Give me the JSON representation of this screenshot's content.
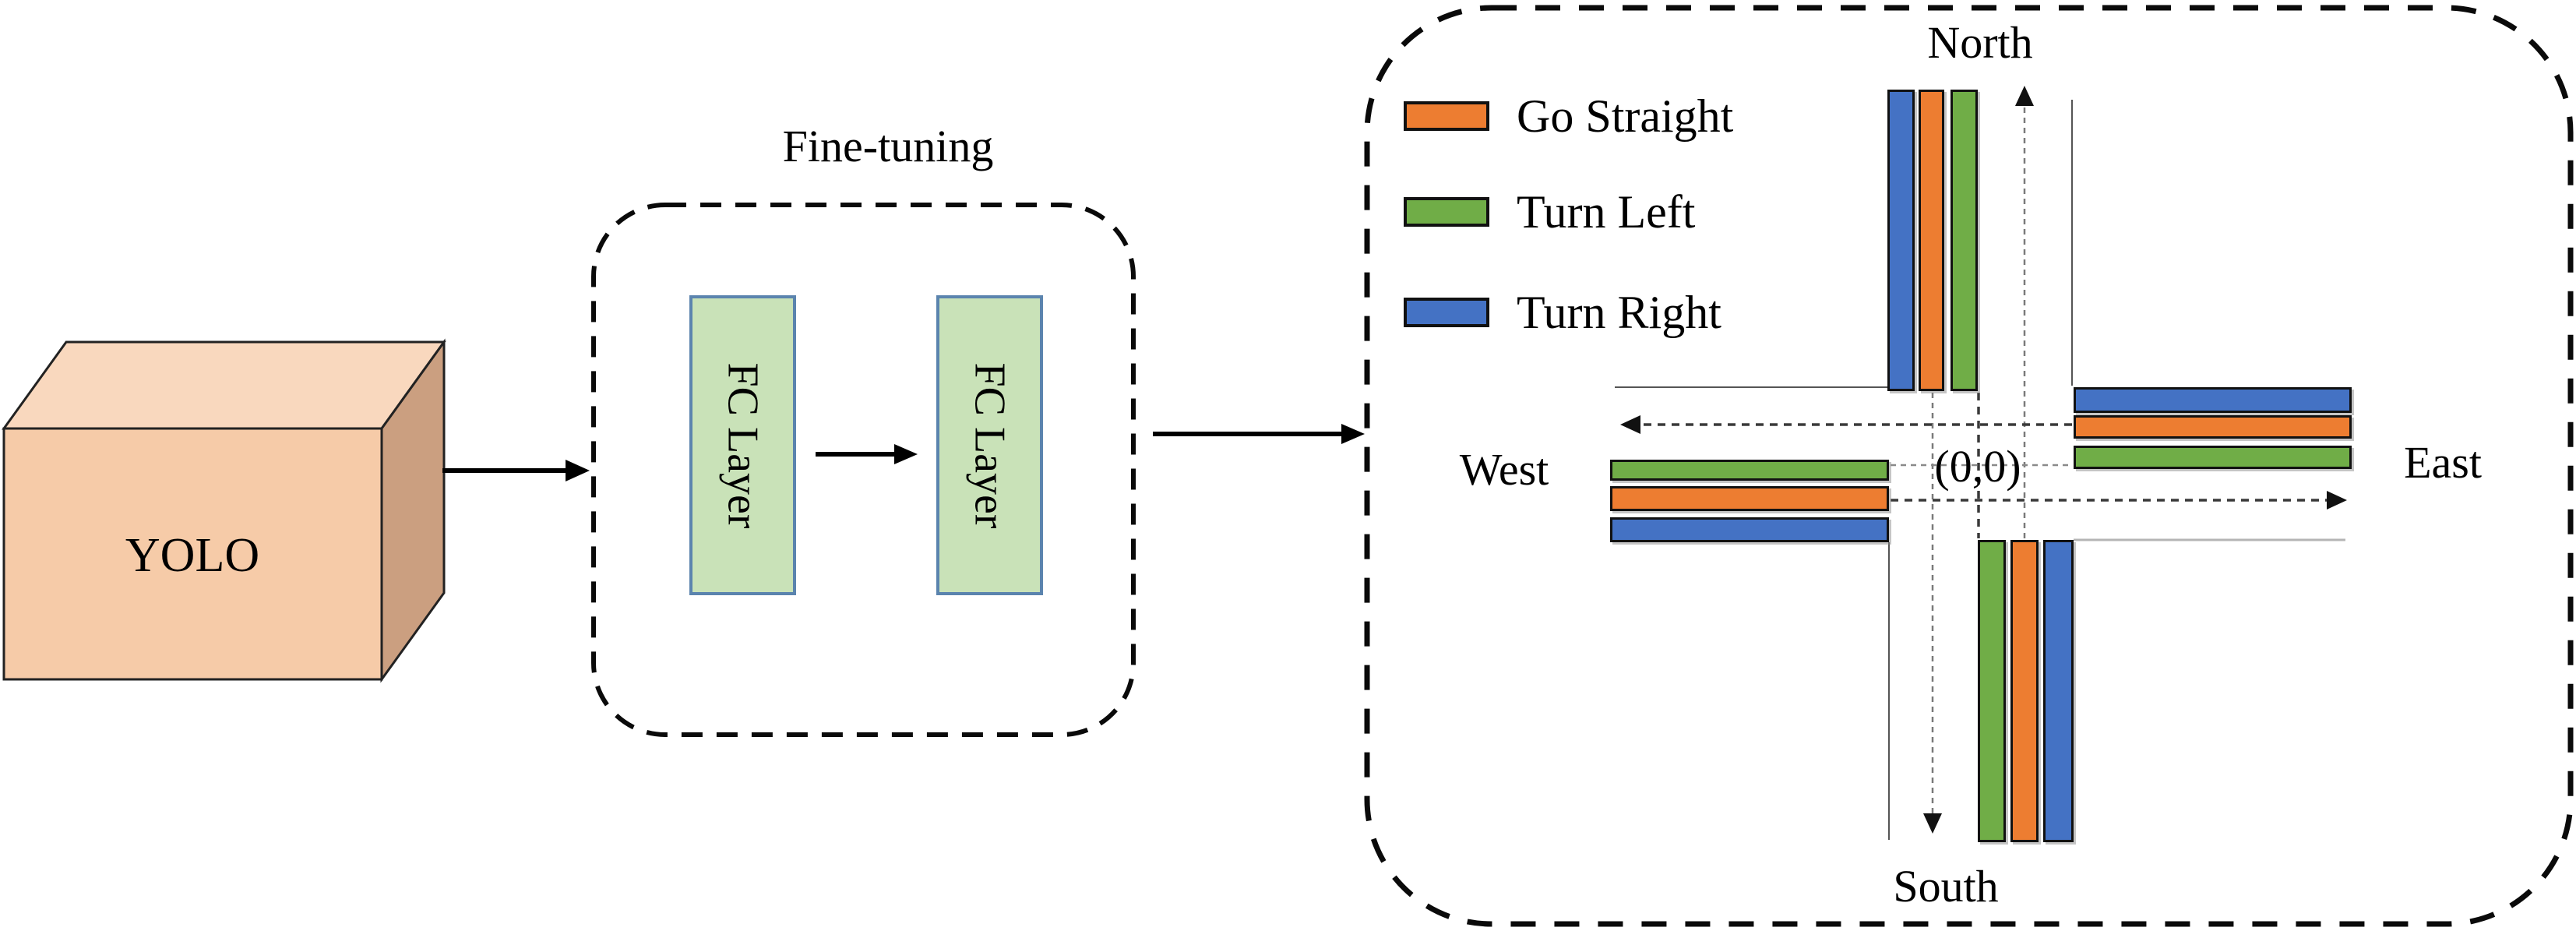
{
  "pipeline": {
    "yolo_label": "YOLO",
    "fine_tuning_label": "Fine-tuning",
    "fc_layer_label": "FC Layer"
  },
  "legend": [
    {
      "maneuver": "straight",
      "label": "Go Straight"
    },
    {
      "maneuver": "left",
      "label": "Turn Left"
    },
    {
      "maneuver": "right",
      "label": "Turn Right"
    }
  ],
  "colors": {
    "straight": "#ED7D31",
    "left": "#70AD47",
    "right": "#4472C4",
    "yolo_front": "#F6CBA8",
    "yolo_top": "#F9D8BE",
    "yolo_side": "#CB9F80",
    "fc_fill": "#C9E2B8",
    "fc_border": "#5B84AE"
  },
  "intersection": {
    "origin_label": "(0,0)",
    "directions": {
      "north": "North",
      "south": "South",
      "east": "East",
      "west": "West"
    },
    "approaches": [
      {
        "id": "north",
        "label": "North",
        "lanes": [
          "right",
          "straight",
          "left"
        ]
      },
      {
        "id": "east",
        "label": "East",
        "lanes": [
          "right",
          "straight",
          "left"
        ]
      },
      {
        "id": "south",
        "label": "South",
        "lanes": [
          "left",
          "straight",
          "right"
        ]
      },
      {
        "id": "west",
        "label": "West",
        "lanes": [
          "left",
          "straight",
          "right"
        ]
      }
    ]
  }
}
